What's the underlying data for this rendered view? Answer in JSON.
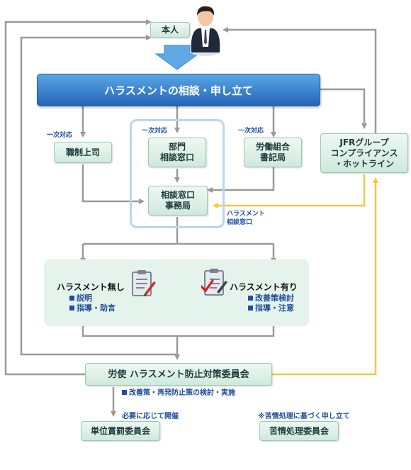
{
  "person": {
    "label": "本人"
  },
  "banner": {
    "label": "ハラスメントの相談・申し立て"
  },
  "channels": {
    "first_response": "一次対応",
    "supervisor": "職制上司",
    "department": "部門\n相談窓口",
    "union": "労働組合\n書記局",
    "hotline": "JFRグループ\nコンプライアンス\n・ホットライン",
    "secretariat": "相談窓口\n事務局",
    "hotline_note": "ハラスメント\n相談窓口"
  },
  "results": {
    "none_title": "ハラスメント無し",
    "none_items": [
      "説明",
      "指導・助言"
    ],
    "yes_title": "ハラスメント有り",
    "yes_items": [
      "改善策検討",
      "指導・注意"
    ]
  },
  "committee": {
    "label": "労使 ハラスメント防止対策委員会",
    "action": "改善策・再発防止策の検討・実施",
    "note_if_needed": "必要に応じて開催",
    "note_complaint": "※苦情処理に基づく申し立て",
    "disciplinary": "単位賞罰委員会",
    "grievance": "苦情処理委員会"
  },
  "colors": {
    "arrow_gray": "#9a9a9a",
    "arrow_yellow": "#f5c842",
    "banner_blue": "#2f74c4",
    "text_blue": "#1f4f9a"
  }
}
